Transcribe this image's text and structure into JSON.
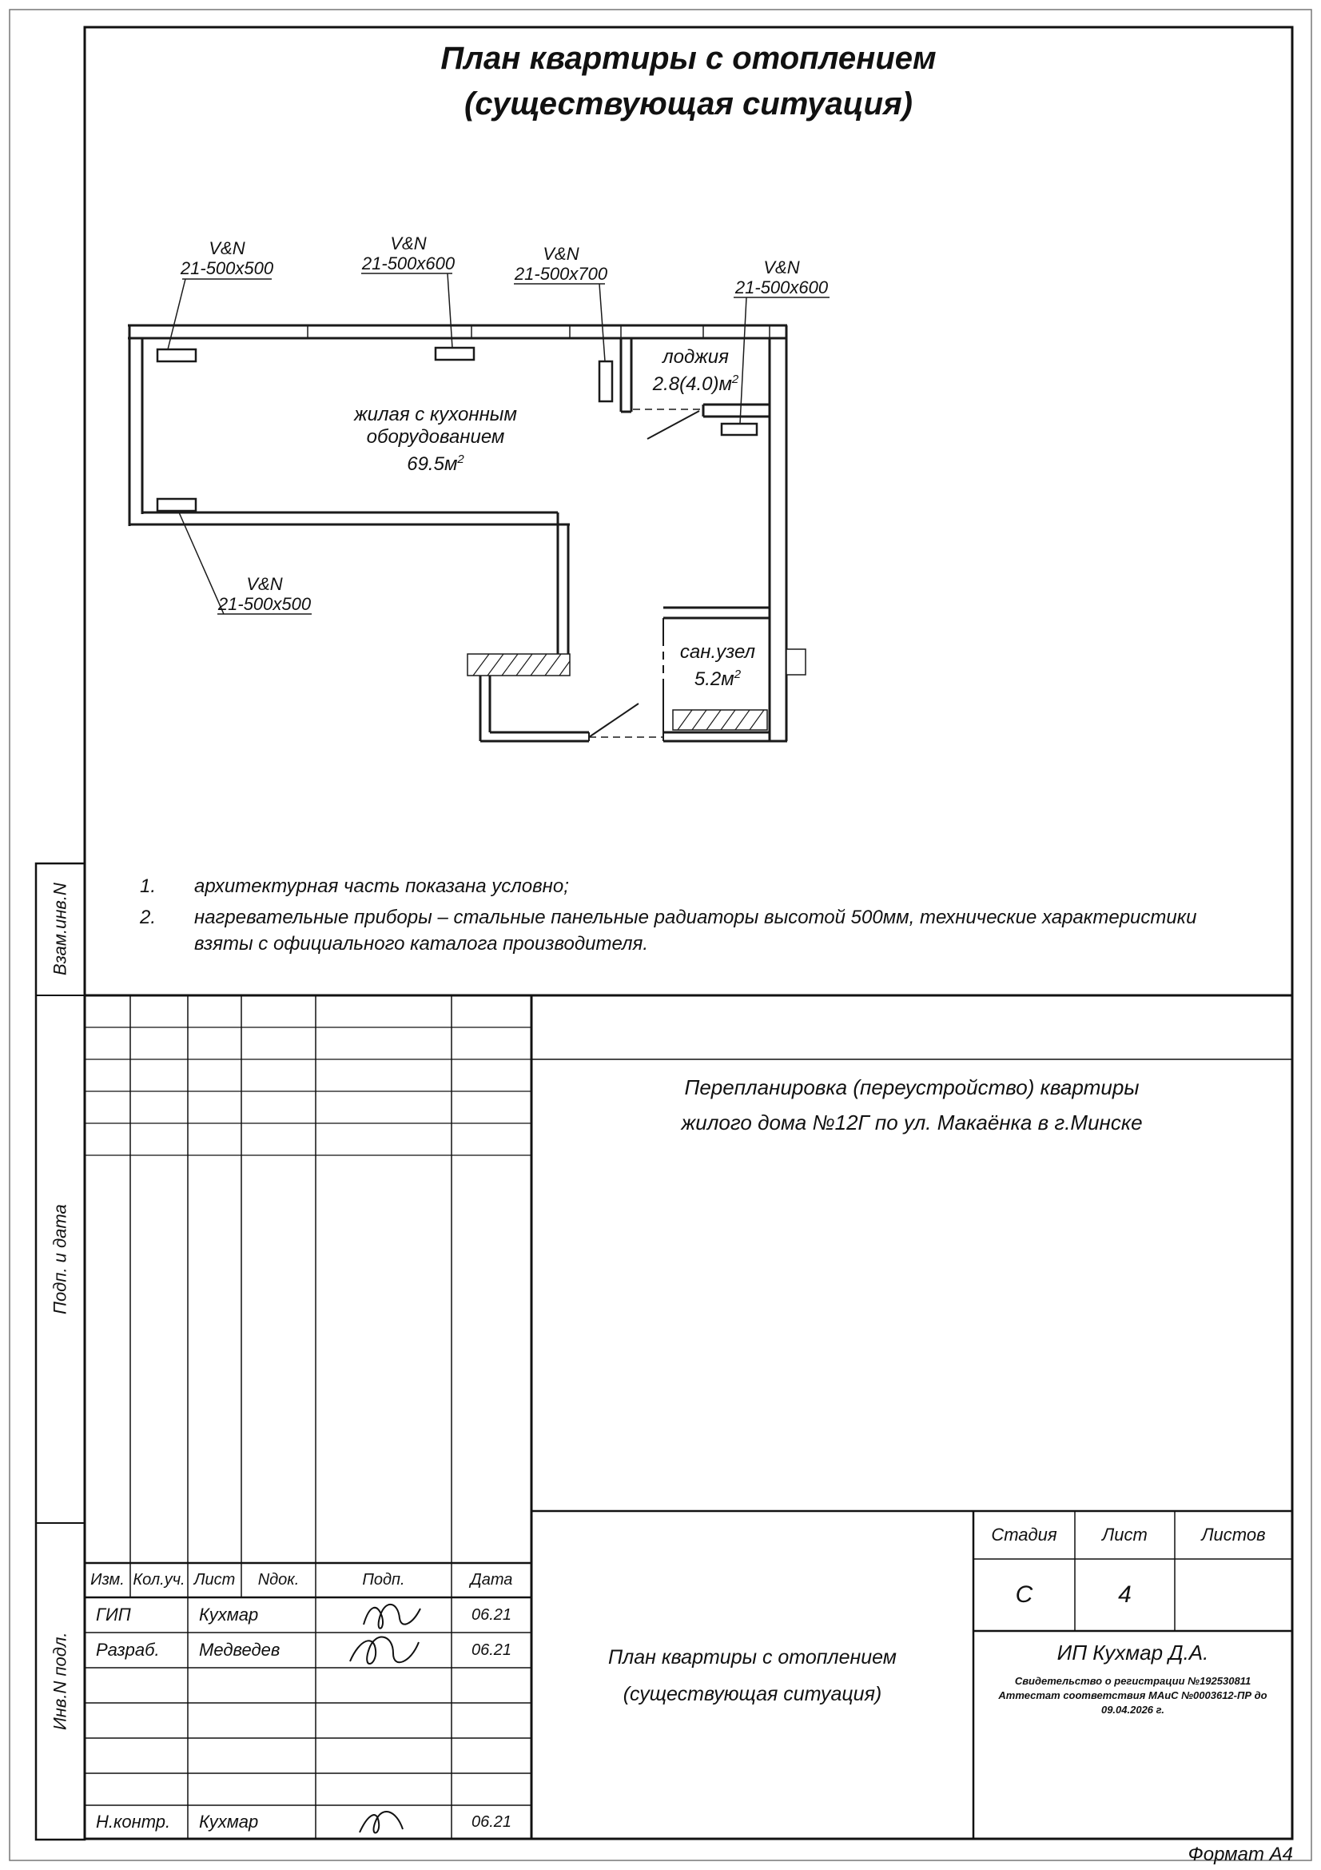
{
  "sheet": {
    "title_line1": "План квартиры с отоплением",
    "title_line2": "(существующая ситуация)",
    "format_label": "Формат А4"
  },
  "side_strip": {
    "labels": [
      "Взам.инв.N",
      "Подп. и дата",
      "Инв.N подл."
    ]
  },
  "plan": {
    "radiator_labels": [
      {
        "tag": "V&N",
        "size": "21-500x500"
      },
      {
        "tag": "V&N",
        "size": "21-500x600"
      },
      {
        "tag": "V&N",
        "size": "21-500x700"
      },
      {
        "tag": "V&N",
        "size": "21-500x600"
      },
      {
        "tag": "V&N",
        "size": "21-500x500"
      }
    ],
    "rooms": {
      "living": {
        "line1": "жилая с кухонным",
        "line2": "оборудованием",
        "area": "69.5м",
        "area_sup": "2"
      },
      "loggia": {
        "line1": "лоджия",
        "area": "2.8(4.0)м",
        "area_sup": "2"
      },
      "bathroom": {
        "line1": "сан.узел",
        "area": "5.2м",
        "area_sup": "2"
      }
    }
  },
  "notes": [
    {
      "num": "1.",
      "text": "архитектурная часть показана условно;"
    },
    {
      "num": "2.",
      "text": "нагревательные приборы – стальные панельные радиаторы высотой 500мм, технические характеристики взяты с официального каталога производителя."
    }
  ],
  "titleblock": {
    "rev_headers": [
      "Изм.",
      "Кол.уч.",
      "Лист",
      "Nдок.",
      "Подп.",
      "Дата"
    ],
    "staff": [
      {
        "role": "ГИП",
        "name": "Кухмар",
        "date": "06.21"
      },
      {
        "role": "Разраб.",
        "name": "Медведев",
        "date": "06.21"
      },
      {
        "role": "Н.контр.",
        "name": "Кухмар",
        "date": "06.21"
      }
    ],
    "project_line1": "Перепланировка (переустройство) квартиры",
    "project_line2": "жилого дома №12Г по ул. Макаёнка в г.Минске",
    "stage_header": "Стадия",
    "sheet_header": "Лист",
    "sheets_header": "Листов",
    "stage_value": "С",
    "sheet_value": "4",
    "drawing_title_line1": "План квартиры с отоплением",
    "drawing_title_line2": "(существующая ситуация)",
    "company": "ИП Кухмар Д.А.",
    "cert_line1": "Свидетельство о регистрации №192530811",
    "cert_line2": "Аттестат соответствия МАиС №0003612-ПР до 09.04.2026 г."
  }
}
